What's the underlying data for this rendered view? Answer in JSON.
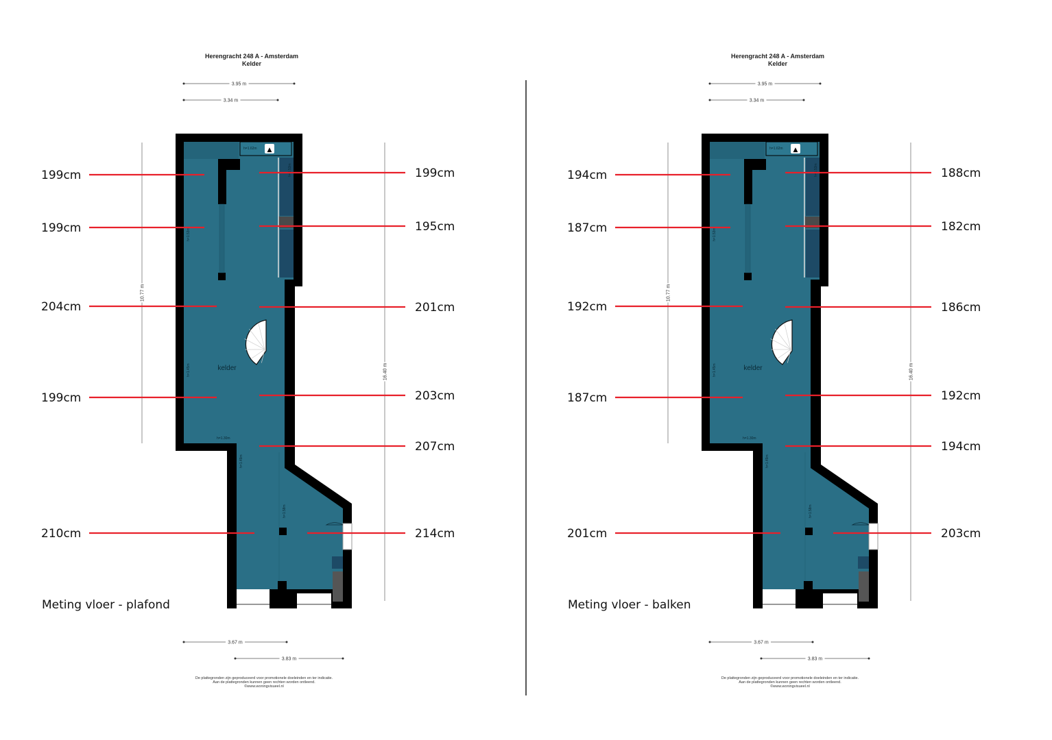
{
  "colors": {
    "floor": "#2a6f86",
    "floor_edge": "#24647a",
    "wall": "#000000",
    "cabinet": "#1d4a66",
    "measure_line": "#e8202a",
    "divider": "#555555"
  },
  "plans": [
    {
      "title": "Herengracht 248 A - Amsterdam",
      "subtitle": "Kelder",
      "caption": "Meting vloer - plafond",
      "dims": {
        "top1": "3.95 m",
        "top2": "3.34 m",
        "bottom1": "3.67 m",
        "bottom2": "3.83 m",
        "left": "10.77 m",
        "right": "16.40 m"
      },
      "room_label": "kelder",
      "heights": [
        "h=1.62m",
        "h=1.53m",
        "h=1.45m",
        "h=1.30m",
        "h=1.49m",
        "h=1.58m"
      ],
      "left_measurements": [
        "199cm",
        "199cm",
        "204cm",
        "199cm",
        "210cm"
      ],
      "right_measurements": [
        "199cm",
        "195cm",
        "201cm",
        "203cm",
        "207cm",
        "214cm"
      ],
      "footer": [
        "De plattegronden zijn geproduceerd voor promotionele doeleinden en ter indicatie.",
        "Aan de plattegronden kunnen geen rechten worden ontleend.",
        "©www.woningvisueel.nl"
      ]
    },
    {
      "title": "Herengracht 248 A - Amsterdam",
      "subtitle": "Kelder",
      "caption": "Meting vloer - balken",
      "dims": {
        "top1": "3.95 m",
        "top2": "3.34 m",
        "bottom1": "3.67 m",
        "bottom2": "3.83 m",
        "left": "10.77 m",
        "right": "16.40 m"
      },
      "room_label": "kelder",
      "heights": [
        "h=1.62m",
        "h=1.53m",
        "h=1.45m",
        "h=1.30m",
        "h=1.49m",
        "h=1.58m"
      ],
      "left_measurements": [
        "194cm",
        "187cm",
        "192cm",
        "187cm",
        "201cm"
      ],
      "right_measurements": [
        "188cm",
        "182cm",
        "186cm",
        "192cm",
        "194cm",
        "203cm"
      ],
      "footer": [
        "De plattegronden zijn geproduceerd voor promotionele doeleinden en ter indicatie.",
        "Aan de plattegronden kunnen geen rechten worden ontleend.",
        "©www.woningvisueel.nl"
      ]
    }
  ]
}
